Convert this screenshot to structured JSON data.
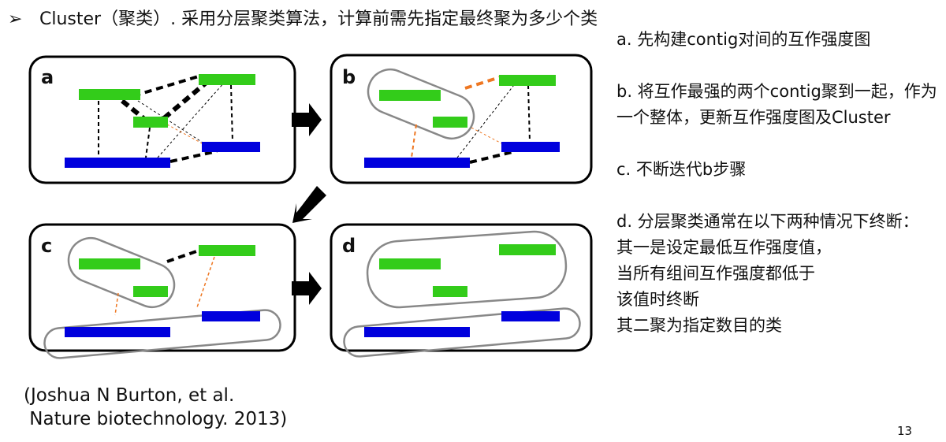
{
  "title": {
    "bullet": "➢",
    "text": "Cluster（聚类）. 采用分层聚类算法，计算前需先指定最终聚为多少个类"
  },
  "panels": [
    {
      "id": "a"
    },
    {
      "id": "b"
    },
    {
      "id": "c"
    },
    {
      "id": "d"
    }
  ],
  "colors": {
    "green_contig": "#33cc1a",
    "blue_contig": "#0000dd",
    "orange_link": "#ee7722",
    "cluster_outline": "#888888",
    "panel_border": "#000000"
  },
  "notes": {
    "a": "a. 先构建contig对间的互作强度图",
    "b": "b. 将互作最强的两个contig聚到一起，作为一个整体，更新互作强度图及Cluster",
    "c": "c. 不断迭代b步骤",
    "d": "d. 分层聚类通常在以下两种情况下终断：\n其一是设定最低互作强度值，\n当所有组间互作强度都低于\n该值时终断\n其二聚为指定数目的类"
  },
  "citation": "(Joshua N Burton, et al.\n Nature biotechnology. 2013)",
  "page_number": "13"
}
